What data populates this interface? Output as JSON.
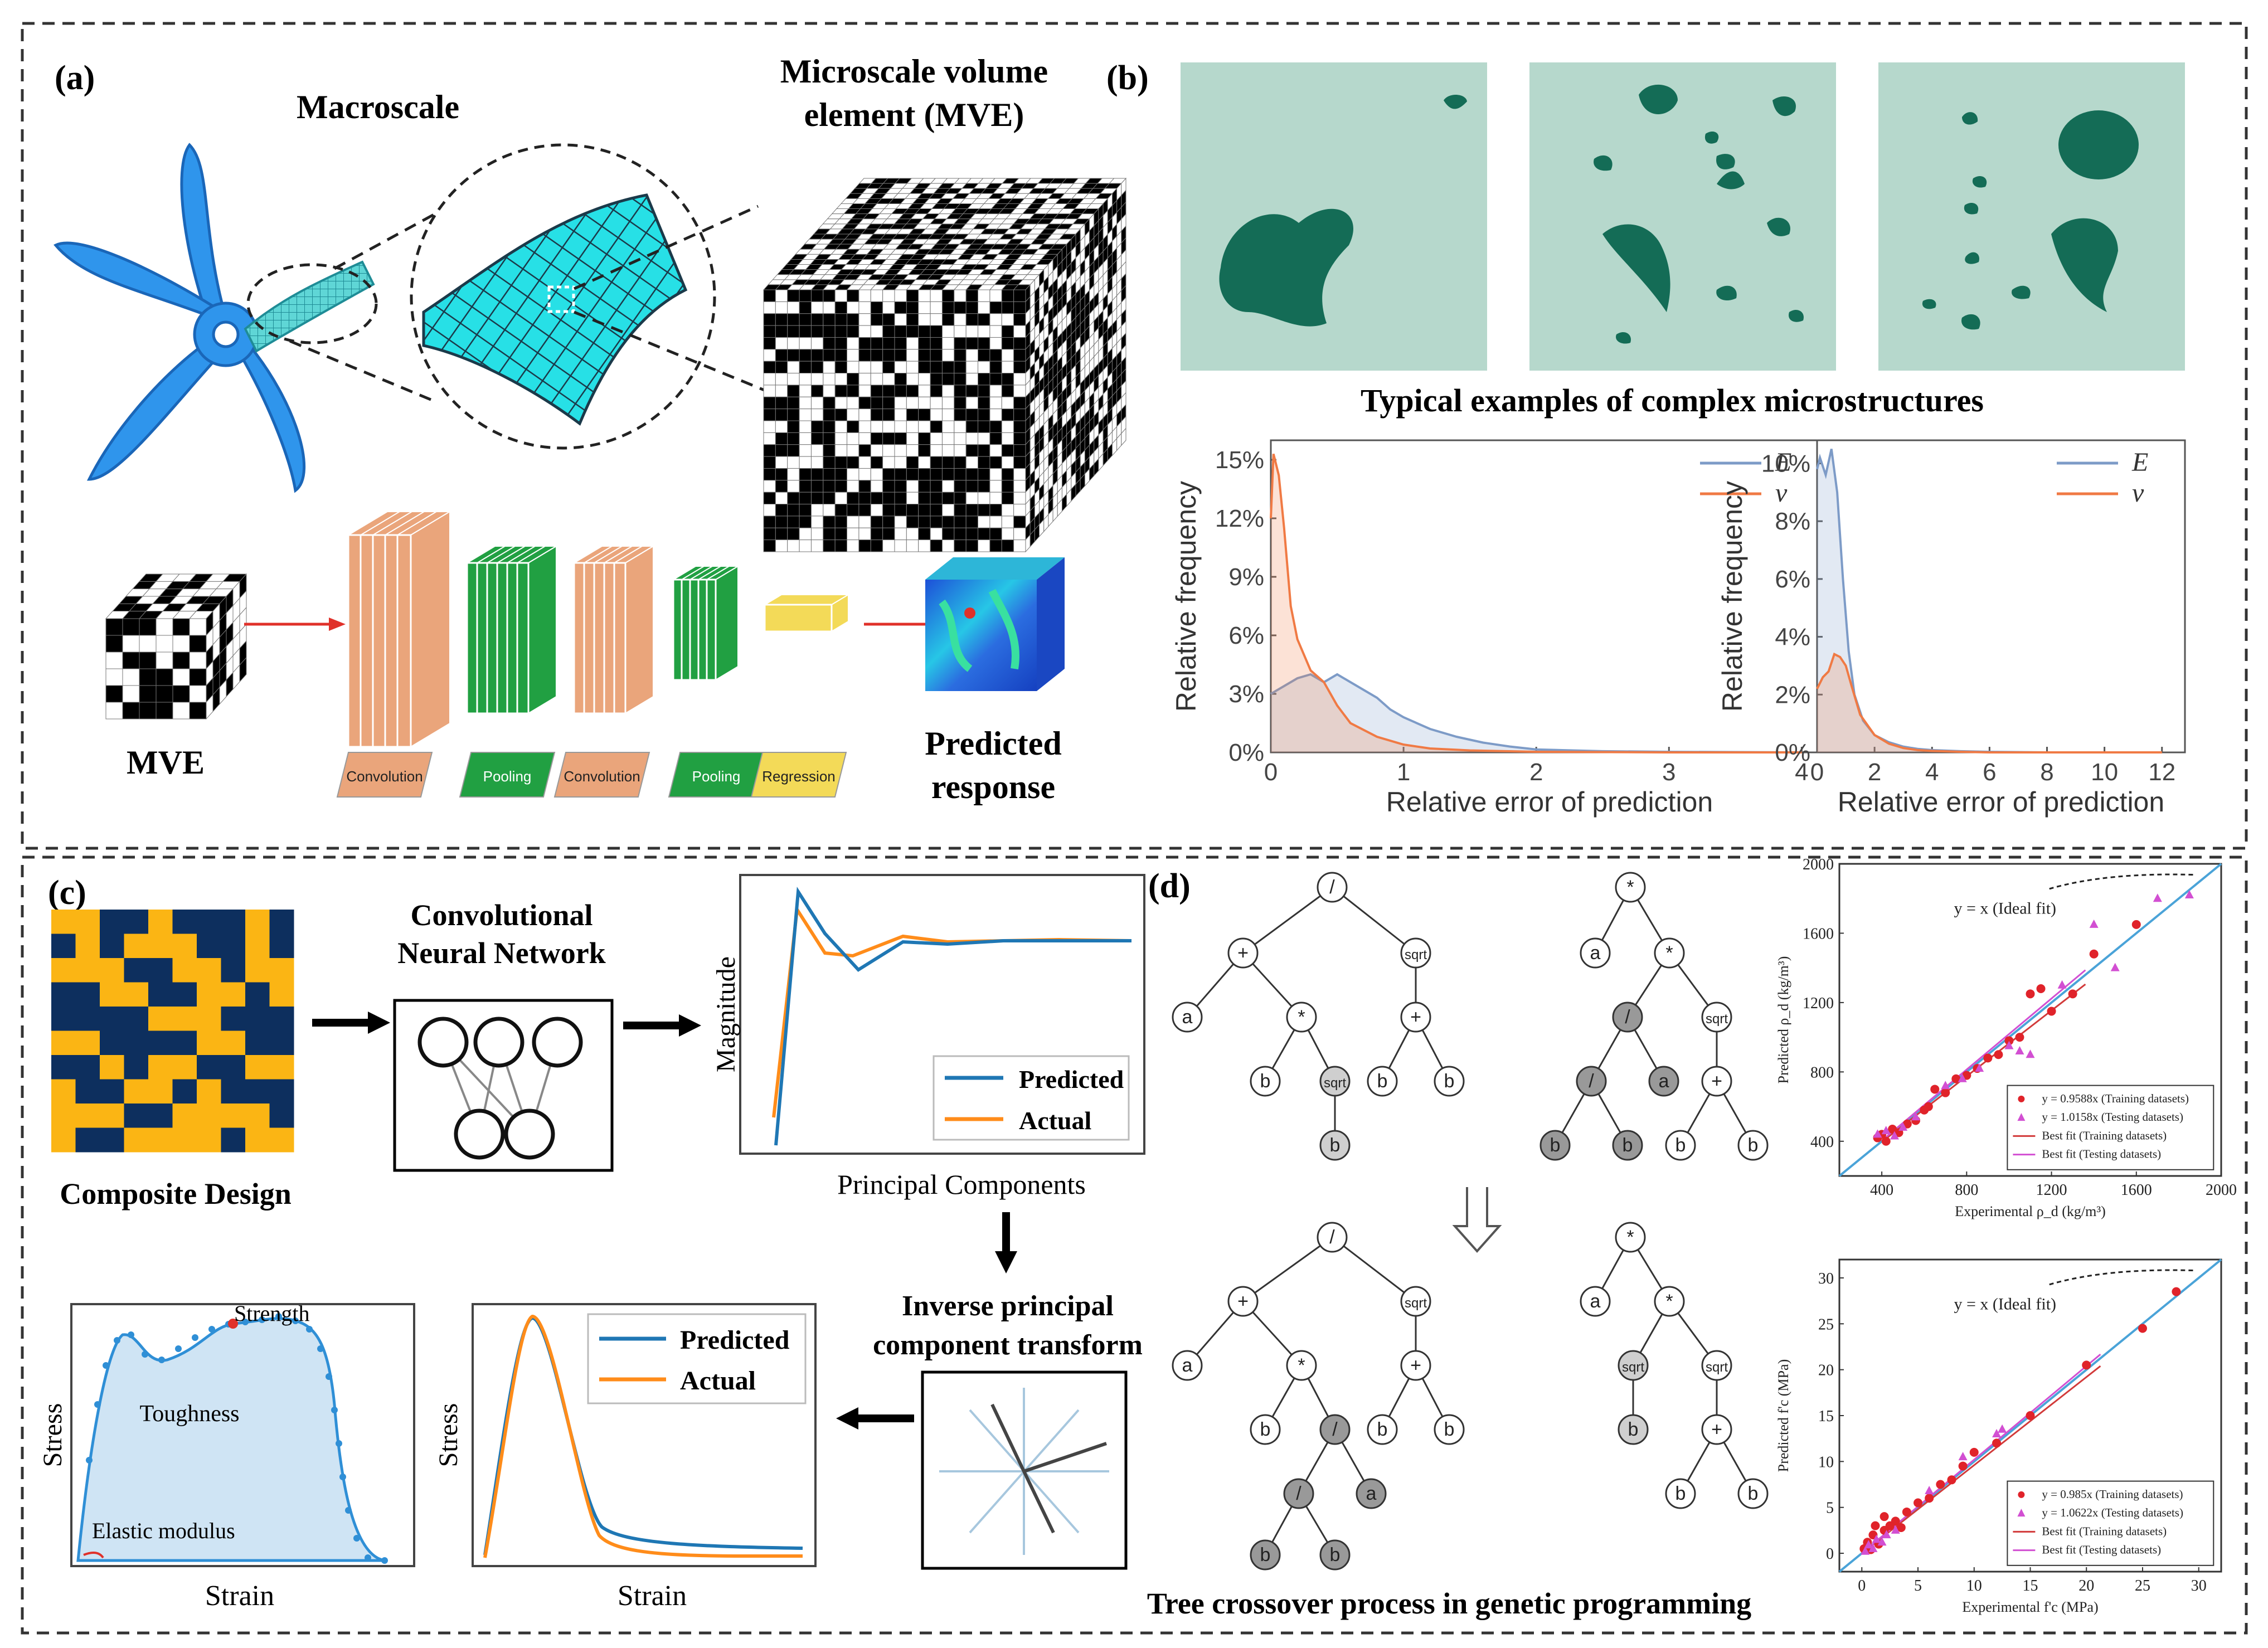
{
  "panel_a": {
    "label": "(a)",
    "macroscale": "Macroscale",
    "mve_title_1": "Microscale volume",
    "mve_title_2": "element (MVE)",
    "mve": "MVE",
    "predicted_1": "Predicted",
    "predicted_2": "response",
    "layers": [
      {
        "text": "Convolution",
        "color": "#eaa57b"
      },
      {
        "text": "Pooling",
        "color": "#21a042"
      },
      {
        "text": "Convolution",
        "color": "#eaa57b"
      },
      {
        "text": "Pooling",
        "color": "#21a042"
      },
      {
        "text": "Regression",
        "color": "#f3da58"
      }
    ]
  },
  "panel_b": {
    "label": "(b)",
    "caption": "Typical examples of complex microstructures",
    "chart_data": [
      {
        "type": "area",
        "xlabel": "Relative error of prediction",
        "ylabel": "Relative frequency",
        "xticks": [
          "0",
          "1",
          "2",
          "3",
          "4"
        ],
        "yticks": [
          "0%",
          "3%",
          "6%",
          "9%",
          "12%",
          "15%"
        ],
        "xlim": [
          0,
          4.2
        ],
        "ylim": [
          0,
          16
        ],
        "series": [
          {
            "name": "E",
            "color": "#7d9bc7",
            "x": [
              0,
              0.1,
              0.2,
              0.3,
              0.4,
              0.5,
              0.6,
              0.7,
              0.8,
              0.9,
              1.0,
              1.2,
              1.4,
              1.6,
              1.8,
              2.0,
              2.5,
              3.0,
              4.0
            ],
            "y": [
              3.0,
              3.4,
              3.8,
              4.0,
              3.6,
              4.0,
              3.6,
              3.2,
              2.8,
              2.2,
              1.8,
              1.2,
              0.8,
              0.5,
              0.3,
              0.15,
              0.06,
              0.03,
              0.0
            ]
          },
          {
            "name": "ν",
            "color": "#f07a44",
            "x": [
              0,
              0.02,
              0.06,
              0.1,
              0.15,
              0.2,
              0.3,
              0.4,
              0.5,
              0.6,
              0.8,
              1.0,
              1.2,
              1.5,
              2.0,
              3.0,
              4.0
            ],
            "y": [
              12.0,
              15.3,
              14.2,
              11.5,
              7.5,
              5.8,
              4.2,
              3.6,
              2.4,
              1.5,
              0.8,
              0.4,
              0.2,
              0.1,
              0.03,
              0.0,
              0.0
            ]
          }
        ]
      },
      {
        "type": "area",
        "xlabel": "Relative error of prediction",
        "ylabel": "Relative frequency",
        "xticks": [
          "0",
          "2",
          "4",
          "6",
          "8",
          "10",
          "12"
        ],
        "yticks": [
          "0%",
          "2%",
          "4%",
          "6%",
          "8%",
          "10%"
        ],
        "xlim": [
          0,
          12.8
        ],
        "ylim": [
          0,
          10.8
        ],
        "series": [
          {
            "name": "E",
            "color": "#7d9bc7",
            "x": [
              0,
              0.1,
              0.3,
              0.5,
              0.7,
              0.9,
              1.1,
              1.3,
              1.6,
              2.0,
              2.5,
              3.0,
              3.5,
              4.0,
              5.0,
              6.0,
              8.0,
              12.0
            ],
            "y": [
              9.8,
              10.2,
              9.6,
              10.5,
              9.0,
              6.0,
              3.5,
              2.0,
              1.1,
              0.6,
              0.35,
              0.2,
              0.12,
              0.08,
              0.04,
              0.02,
              0.0,
              0.0
            ]
          },
          {
            "name": "ν",
            "color": "#f07a44",
            "x": [
              0,
              0.2,
              0.4,
              0.6,
              0.8,
              1.0,
              1.2,
              1.5,
              2.0,
              2.5,
              3.0,
              3.5,
              4.0,
              5.0,
              6.0,
              12.0
            ],
            "y": [
              2.2,
              2.6,
              2.8,
              3.4,
              3.3,
              3.0,
              2.3,
              1.3,
              0.6,
              0.3,
              0.15,
              0.08,
              0.05,
              0.02,
              0.0,
              0.0
            ]
          }
        ]
      }
    ]
  },
  "panel_c": {
    "label": "(c)",
    "composite": "Composite Design",
    "cnn_1": "Convolutional",
    "cnn_2": "Neural Network",
    "pc_axis_x": "Principal Components",
    "pc_axis_y": "Magnitude",
    "legend_predicted": "Predicted",
    "legend_actual": "Actual",
    "inverse_1": "Inverse principal",
    "inverse_2": "component transform",
    "stress": "Stress",
    "strain": "Strain",
    "strength": "Strength",
    "toughness": "Toughness",
    "elastic": "Elastic modulus",
    "colors": {
      "predicted": "#1f77b4",
      "actual": "#ff8c1a",
      "grid_blue": "#0d2f5e",
      "grid_yellow": "#fbb514"
    }
  },
  "panel_d": {
    "label": "(d)",
    "caption": "Tree crossover process in genetic programming",
    "ideal_fit": "y = x (Ideal fit)",
    "chart_data": [
      {
        "type": "scatter",
        "xlabel": "Experimental ρ_d (kg/m³)",
        "ylabel": "Predicted ρ_d (kg/m³)",
        "xticks": [
          "400",
          "800",
          "1200",
          "1600",
          "2000"
        ],
        "yticks": [
          "400",
          "800",
          "1200",
          "1600",
          "2000"
        ],
        "xlim": [
          200,
          2000
        ],
        "ylim": [
          200,
          2000
        ],
        "legend": [
          "y = 0.9588x (Training datasets)",
          "y = 1.0158x (Testing datasets)",
          "Best fit (Training datasets)",
          "Best fit (Testing datasets)"
        ],
        "training": [
          [
            380,
            420
          ],
          [
            400,
            440
          ],
          [
            420,
            400
          ],
          [
            450,
            470
          ],
          [
            480,
            450
          ],
          [
            520,
            500
          ],
          [
            560,
            520
          ],
          [
            600,
            580
          ],
          [
            620,
            600
          ],
          [
            650,
            700
          ],
          [
            700,
            680
          ],
          [
            750,
            760
          ],
          [
            800,
            780
          ],
          [
            850,
            820
          ],
          [
            900,
            880
          ],
          [
            950,
            900
          ],
          [
            1000,
            980
          ],
          [
            1050,
            1000
          ],
          [
            1100,
            1250
          ],
          [
            1150,
            1280
          ],
          [
            1200,
            1150
          ],
          [
            1300,
            1250
          ],
          [
            1400,
            1480
          ],
          [
            1600,
            1650
          ]
        ],
        "testing": [
          [
            380,
            440
          ],
          [
            420,
            460
          ],
          [
            460,
            430
          ],
          [
            500,
            480
          ],
          [
            560,
            540
          ],
          [
            700,
            720
          ],
          [
            780,
            760
          ],
          [
            860,
            820
          ],
          [
            1000,
            950
          ],
          [
            1050,
            920
          ],
          [
            1100,
            900
          ],
          [
            1250,
            1300
          ],
          [
            1400,
            1650
          ],
          [
            1500,
            1400
          ],
          [
            1700,
            1800
          ],
          [
            1850,
            1820
          ]
        ]
      },
      {
        "type": "scatter",
        "xlabel": "Experimental f'c (MPa)",
        "ylabel": "Predicted f'c (MPa)",
        "xticks": [
          "0",
          "5",
          "10",
          "15",
          "20",
          "25",
          "30"
        ],
        "yticks": [
          "0",
          "5",
          "10",
          "15",
          "20",
          "25",
          "30"
        ],
        "xlim": [
          -2,
          32
        ],
        "ylim": [
          -2,
          32
        ],
        "legend": [
          "y = 0.985x (Training datasets)",
          "y = 1.0622x (Testing datasets)",
          "Best fit (Training datasets)",
          "Best fit (Testing datasets)"
        ],
        "training": [
          [
            0.2,
            0.5
          ],
          [
            0.5,
            1.2
          ],
          [
            0.8,
            0.4
          ],
          [
            1,
            2
          ],
          [
            1.2,
            3
          ],
          [
            1.5,
            1
          ],
          [
            2,
            4
          ],
          [
            2,
            2.5
          ],
          [
            2.5,
            3
          ],
          [
            3,
            3.5
          ],
          [
            3.5,
            2.8
          ],
          [
            4,
            4.5
          ],
          [
            5,
            5.5
          ],
          [
            6,
            6
          ],
          [
            7,
            7.5
          ],
          [
            8,
            8
          ],
          [
            9,
            9.5
          ],
          [
            10,
            11
          ],
          [
            12,
            12
          ],
          [
            15,
            15
          ],
          [
            20,
            20.5
          ],
          [
            25,
            24.5
          ],
          [
            28,
            28.5
          ]
        ],
        "testing": [
          [
            0.3,
            0.2
          ],
          [
            0.6,
            0.9
          ],
          [
            1,
            0.5
          ],
          [
            1.3,
            1.5
          ],
          [
            1.8,
            1.2
          ],
          [
            2.2,
            2
          ],
          [
            3,
            2.5
          ],
          [
            6,
            6.8
          ],
          [
            9,
            10.5
          ],
          [
            12,
            13
          ],
          [
            12.5,
            13.5
          ]
        ]
      }
    ]
  }
}
